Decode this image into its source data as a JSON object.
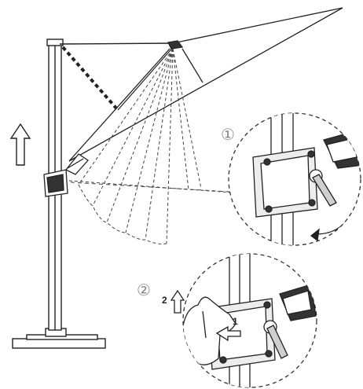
{
  "colors": {
    "line": "#222222",
    "dash": "#444444",
    "marker_gray": "#8a8a8a",
    "fill_light": "#ededed",
    "fill_mid": "#cfcfcf",
    "fill_dark": "#333333"
  },
  "step1": {
    "marker": "①"
  },
  "step2": {
    "marker": "②"
  },
  "callout2": {
    "arrow_up_number": "2",
    "arrow_side_number": "1"
  },
  "icons": [
    "up-arrow-icon",
    "hand-icon",
    "crank-handle-icon",
    "curved-arrow-icon"
  ]
}
